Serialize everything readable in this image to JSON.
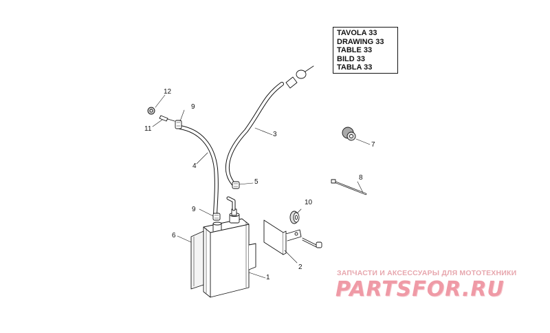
{
  "reference_box": {
    "lines": [
      "TAVOLA 33",
      "DRAWING 33",
      "TABLE 33",
      "BILD 33",
      "TABLA 33"
    ]
  },
  "callouts": {
    "c1": "1",
    "c2": "2",
    "c3": "3",
    "c4": "4",
    "c5": "5",
    "c6": "6",
    "c7": "7",
    "c8": "8",
    "c9a": "9",
    "c9b": "9",
    "c10": "10",
    "c11": "11",
    "c12": "12"
  },
  "watermark": {
    "tagline": "ЗАПЧАСТИ И АКСЕССУАРЫ ДЛЯ МОТОТЕХНИКИ",
    "logo": "PARTSFOR.RU"
  },
  "colors": {
    "line": "#111111",
    "watermark": "#ef9aa6"
  }
}
